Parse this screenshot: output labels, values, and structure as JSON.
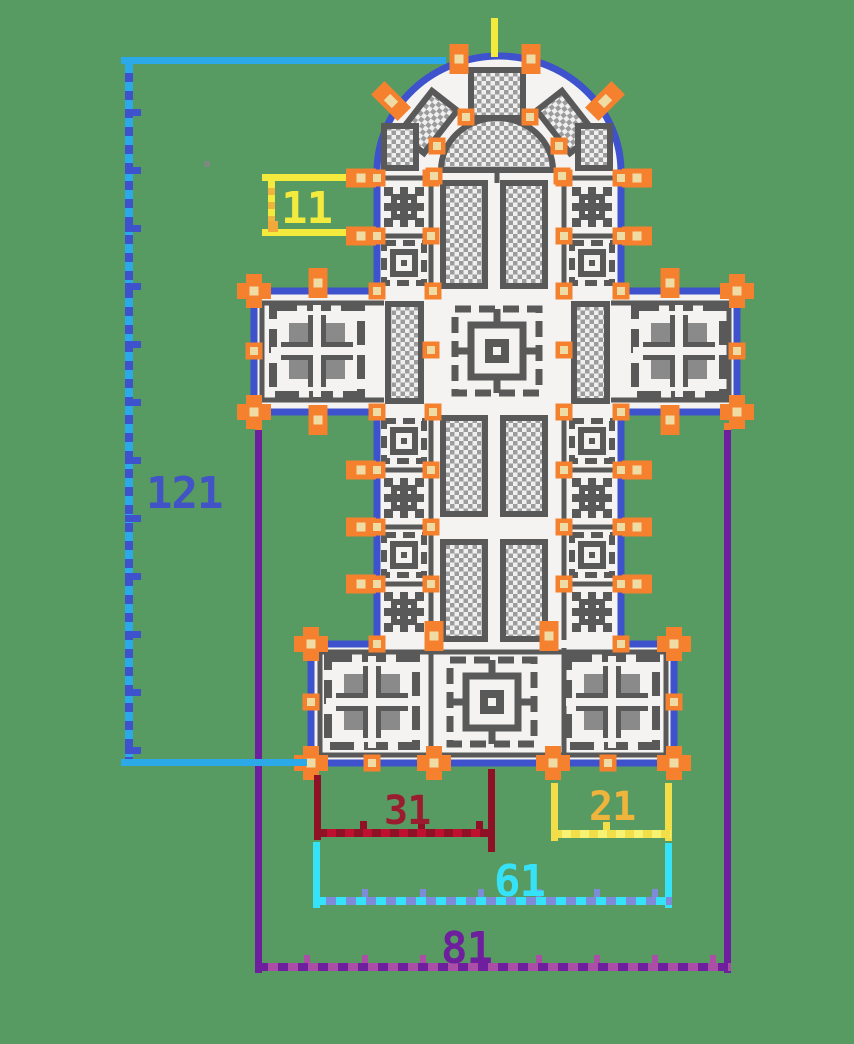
{
  "plan": {
    "background_color": "#579A62",
    "wall_color": "#3D52CC",
    "floor_color": "#F4F3F1",
    "ornament_color": "#595959",
    "ornament_mid_color": "#8A8A8A",
    "buttress_color": "#F5812F",
    "buttress_core_color": "#EFDCA4",
    "reference_line_color": "#2BA9E8",
    "axis_line_color": "#F4EA3D"
  },
  "dimensions": {
    "bay_spacing": {
      "value": "11",
      "color": "#F4EA3D"
    },
    "total_length": {
      "value": "121",
      "color": "#4153C6"
    },
    "west_left_span": {
      "value": "31",
      "color": "#9B1C2E"
    },
    "west_right_span": {
      "value": "21",
      "color": "#EFB43C"
    },
    "west_width": {
      "value": "61",
      "color": "#35E2F7"
    },
    "transept_width": {
      "value": "81",
      "color": "#6E1F9E"
    }
  }
}
